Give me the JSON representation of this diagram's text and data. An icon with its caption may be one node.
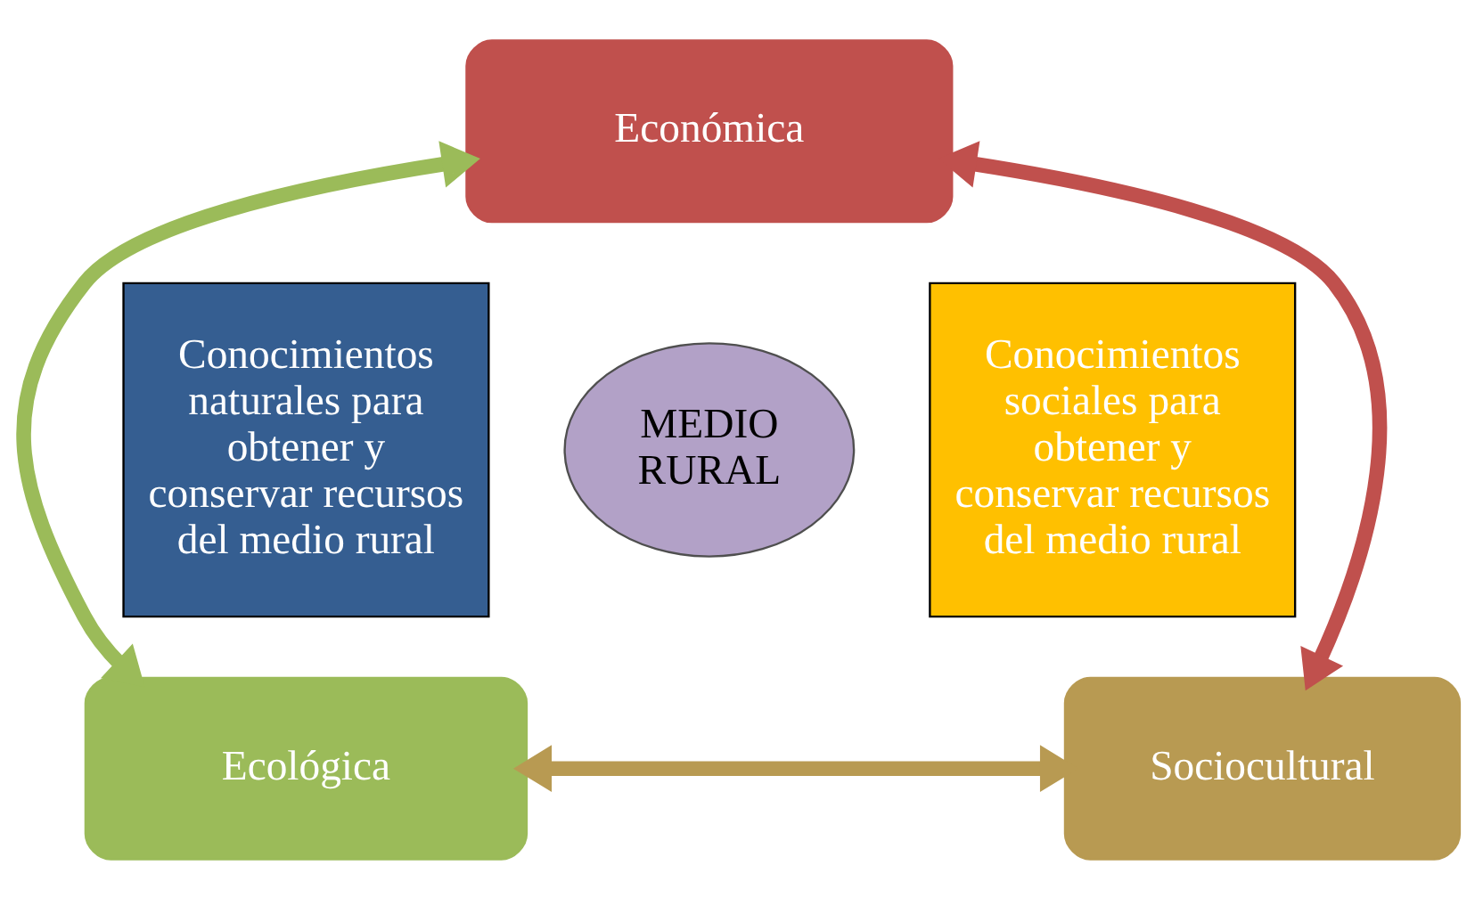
{
  "diagram": {
    "nodes": [
      {
        "text": [
          "Económica"
        ]
      },
      {
        "text": [
          "Conocimientos naturales para obtener y conservar recursos del medio rural"
        ]
      },
      {
        "text": [
          "Conocimientos sociales para obtener y conservar recursos del medio rural"
        ]
      },
      {
        "text": [
          "MEDIO RURAL"
        ]
      },
      {
        "text": [
          "Ecológica"
        ]
      },
      {
        "text": [
          "Sociocultural"
        ]
      }
    ],
    "edges": [
      {
        "from": 0,
        "to": 4,
        "arrow": "both",
        "color": "#9bbb59"
      },
      {
        "from": 0,
        "to": 5,
        "arrow": "both",
        "color": "#c0504d"
      },
      {
        "from": 4,
        "to": 5,
        "arrow": "both",
        "color": "#b89a52"
      }
    ]
  }
}
